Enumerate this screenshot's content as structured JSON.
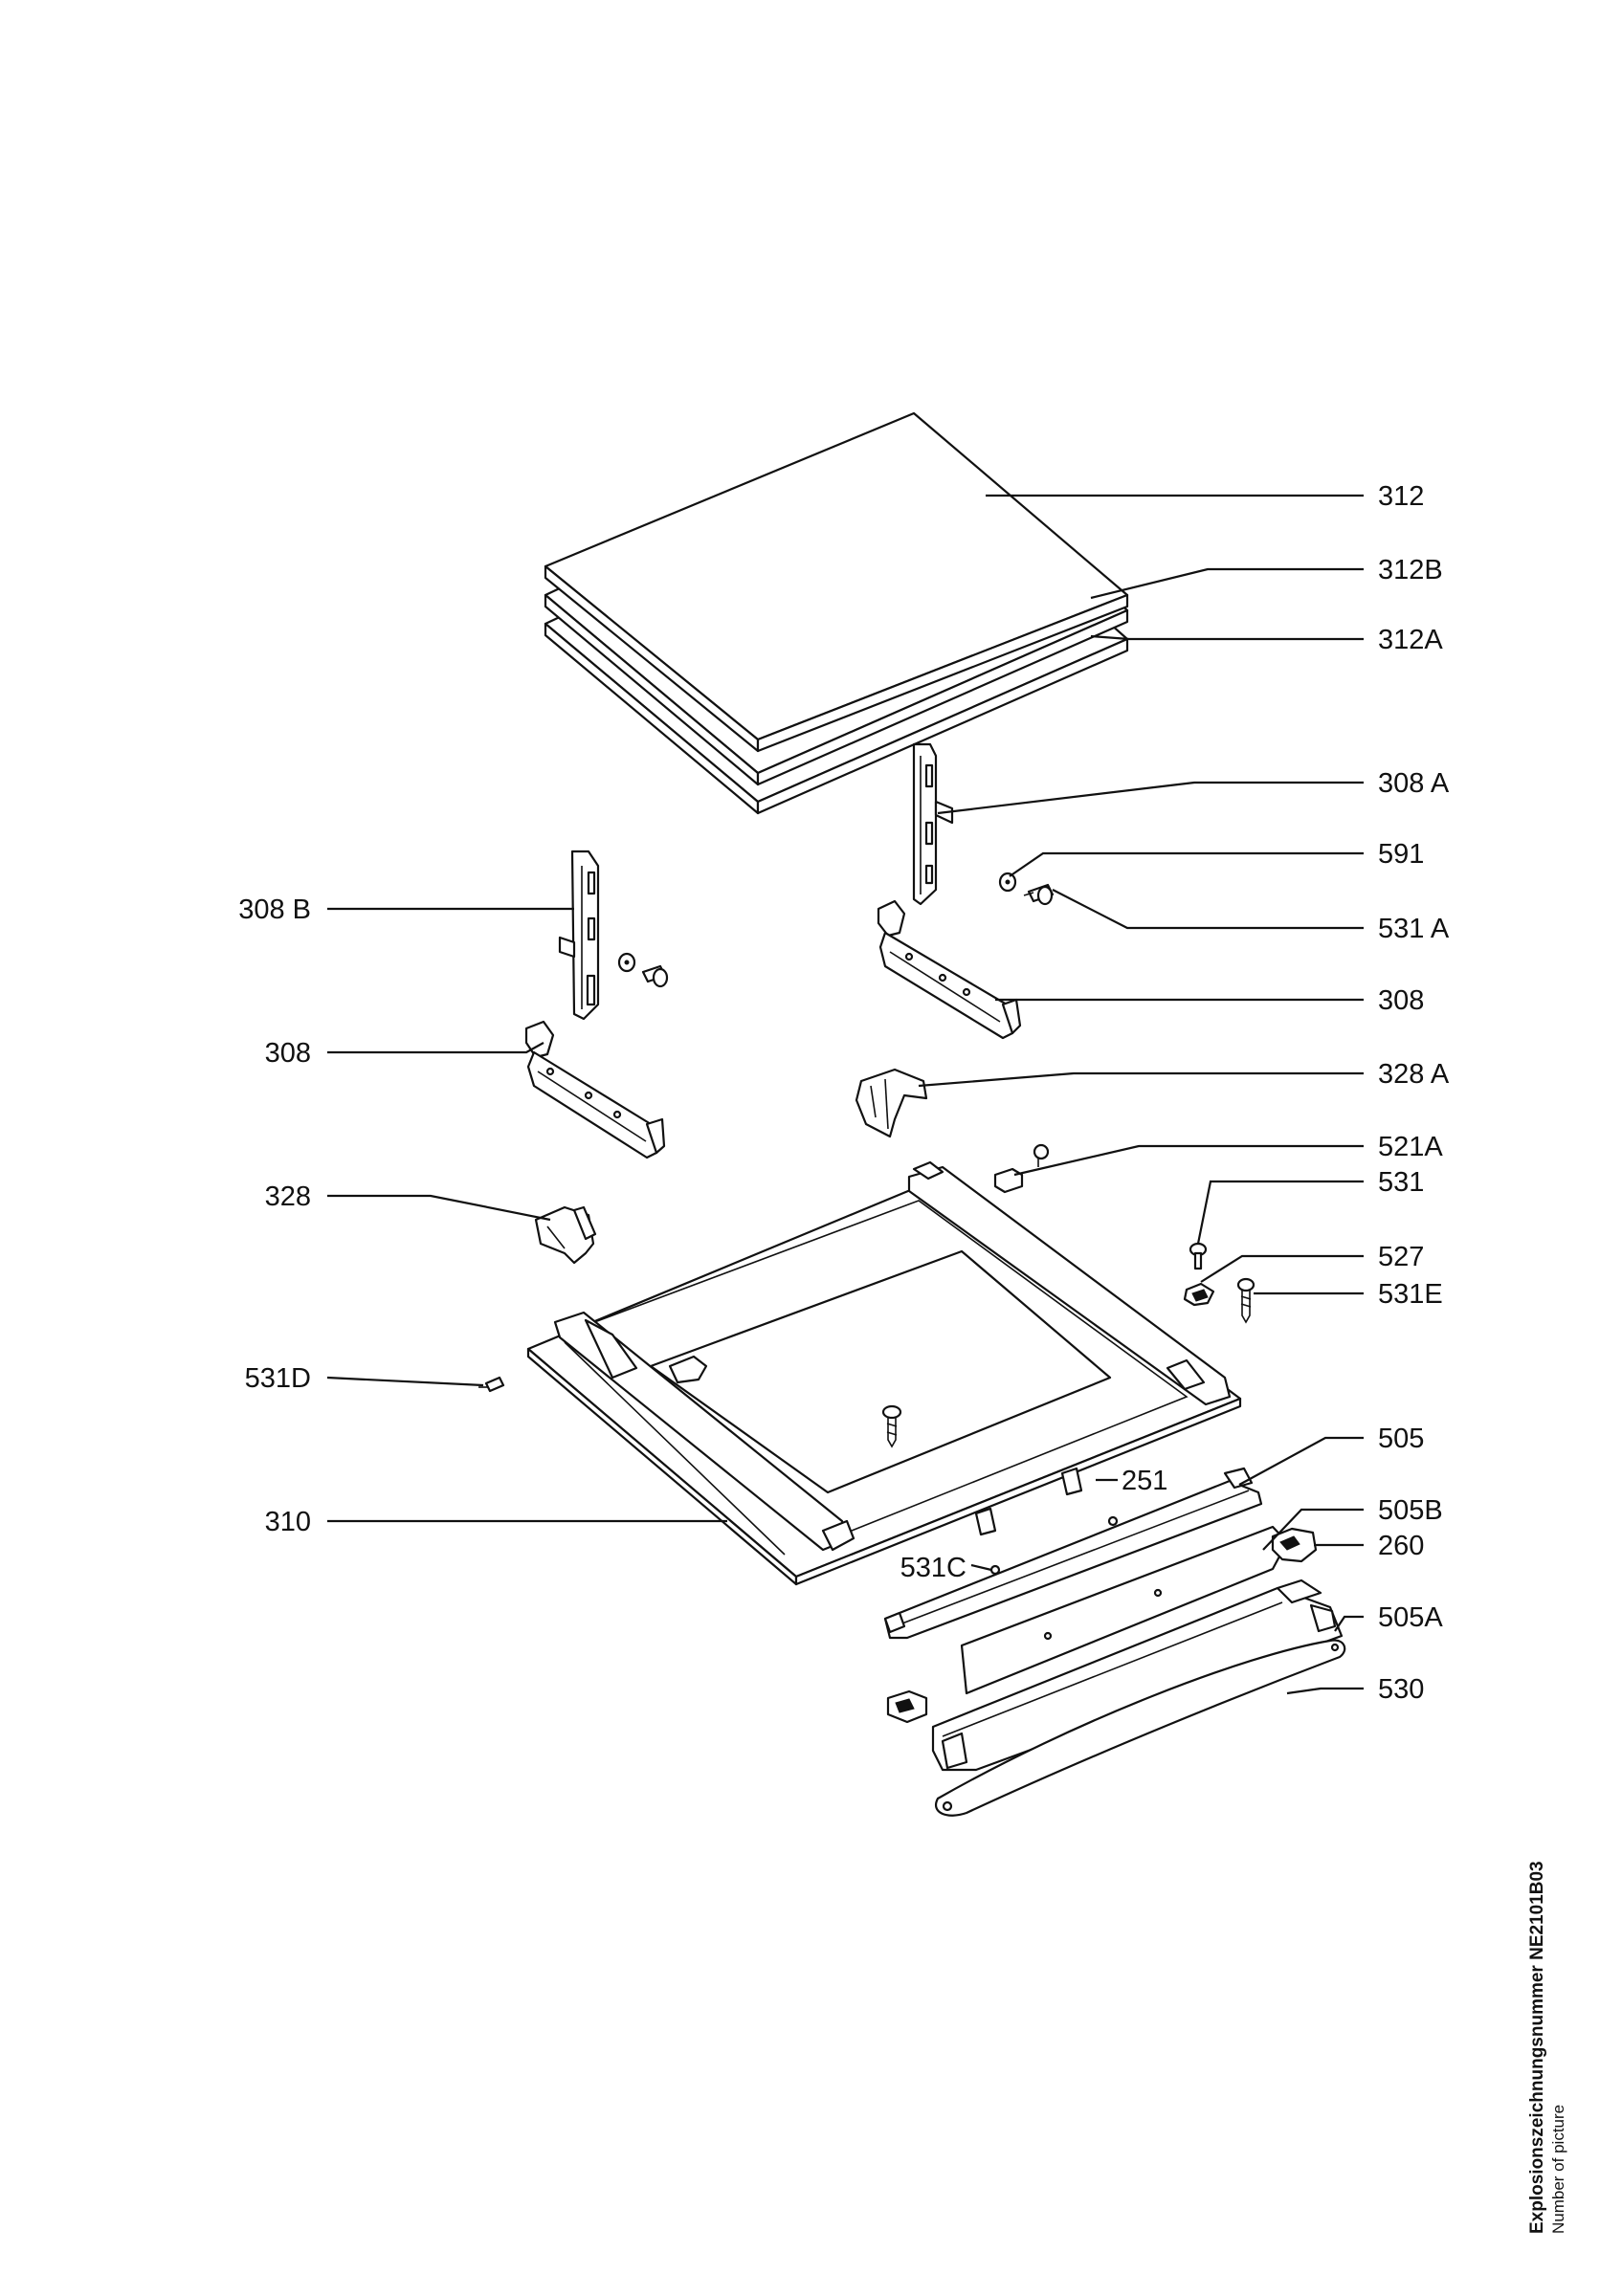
{
  "labels": {
    "p312": "312",
    "p312B": "312B",
    "p312A": "312A",
    "p308A": "308 A",
    "p591": "591",
    "p531A": "531 A",
    "p308_right": "308",
    "p328A": "328 A",
    "p521A": "521A",
    "p531": "531",
    "p527": "527",
    "p531E": "531E",
    "p505": "505",
    "p505B": "505B",
    "p260": "260",
    "p505A": "505A",
    "p530": "530",
    "p308B": "308 B",
    "p308_left": "308",
    "p328": "328",
    "p531D": "531D",
    "p310": "310",
    "p251": "251",
    "p531C": "531C"
  },
  "caption": {
    "line1": "Explosionszeichnungsnummer NE2101B03",
    "line2": "Number of picture"
  }
}
